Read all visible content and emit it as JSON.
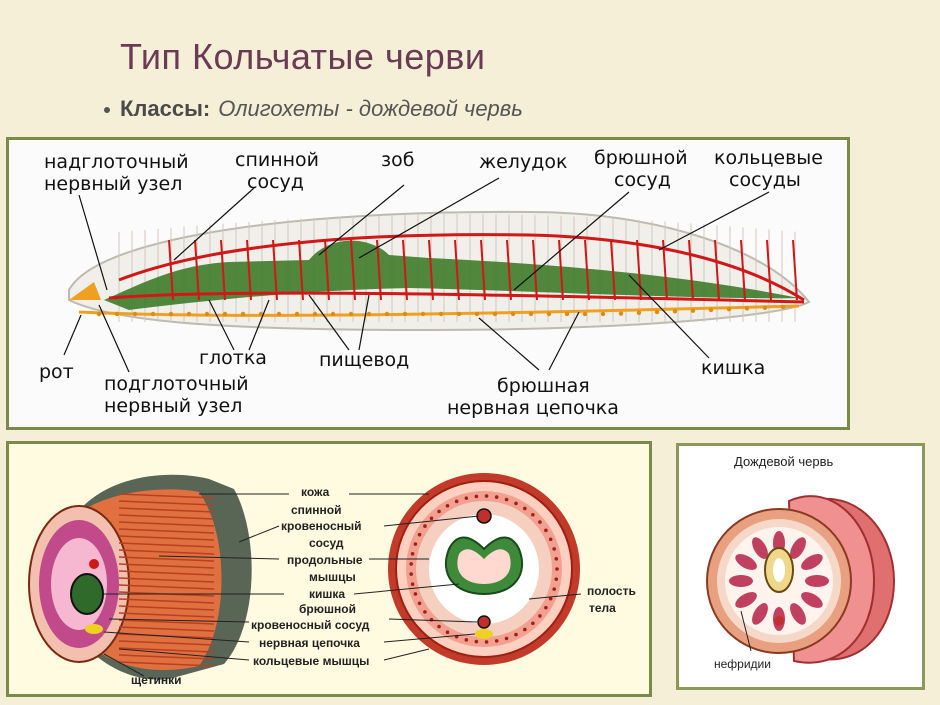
{
  "title": "Тип Кольчатые  черви",
  "bullet": {
    "label": "Классы:",
    "text": "Олигохеты - дождевой червь"
  },
  "top_labels": {
    "supraganglion_1": "надглоточный",
    "supraganglion_2": "нервный узел",
    "dorsal_1": "спинной",
    "dorsal_2": "сосуд",
    "crop": "зоб",
    "stomach": "желудок",
    "ventral_vessel_1": "брюшной",
    "ventral_vessel_2": "сосуд",
    "ring_1": "кольцевые",
    "ring_2": "сосуды",
    "mouth": "рот",
    "pharynx": "глотка",
    "esophagus": "пищевод",
    "subganglion_1": "подглоточный",
    "subganglion_2": "нервный узел",
    "nerve_chain_1": "брюшная",
    "nerve_chain_2": "нервная цепочка",
    "intestine": "кишка"
  },
  "cross_labels": {
    "skin": "кожа",
    "dorsal_1": "спинной",
    "dorsal_2": "кровеносный",
    "dorsal_3": "сосуд",
    "long_muscles_1": "продольные",
    "long_muscles_2": "мышцы",
    "intestine": "кишка",
    "ventral_1": "брюшной",
    "ventral_2": "кровеносный сосуд",
    "nerve_chain": "нервная цепочка",
    "ring_muscles": "кольцевые мышцы",
    "setae": "щетинки",
    "cavity_1": "полость",
    "cavity_2": "тела"
  },
  "inset": {
    "title": "Дождевой  червь",
    "nephridia": "нефридии"
  },
  "colors": {
    "title": "#6b3a55",
    "frame": "#7a8a4a",
    "vessel": "#d01818",
    "gut": "#3f7a2a",
    "nerve": "#f0a020"
  }
}
